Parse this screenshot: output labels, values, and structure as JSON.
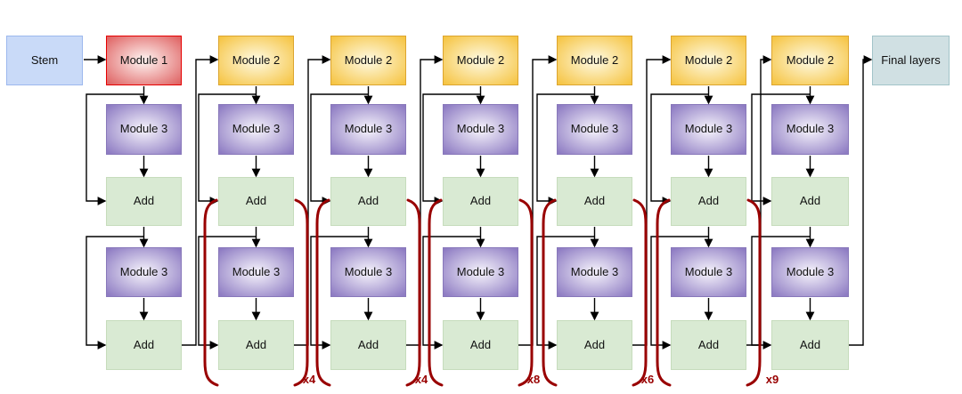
{
  "diagram": {
    "background": "#ffffff",
    "arrow_color": "#000000",
    "repeat_marker_color": "#990000",
    "types": {
      "stem": {
        "label": "Stem",
        "gradient": false,
        "fill": "#c9daf8",
        "border": "#9cb8ee"
      },
      "module1": {
        "label": "Module 1",
        "gradient": true,
        "center": "#fbe7e5",
        "edge": "#e06666",
        "border": "#e60000"
      },
      "module2": {
        "label": "Module 2",
        "gradient": true,
        "center": "#fdf5d4",
        "edge": "#f6c545",
        "border": "#dca52f"
      },
      "module3": {
        "label": "Module 3",
        "gradient": true,
        "center": "#ece8f6",
        "edge": "#8e7cc3",
        "border": "#8878ba"
      },
      "add": {
        "label": "Add",
        "gradient": false,
        "fill": "#d9ead3",
        "border": "#c6dcbc"
      },
      "final": {
        "label": "Final layers",
        "gradient": false,
        "fill": "#d0e0e3",
        "border": "#a2c4c9"
      }
    },
    "columns": [
      {
        "blocks": [
          "stem"
        ]
      },
      {
        "blocks": [
          "module1",
          "module3",
          "add",
          "module3",
          "add"
        ]
      },
      {
        "blocks": [
          "module2",
          "module3",
          "add",
          "module3",
          "add"
        ],
        "repeat": "x4"
      },
      {
        "blocks": [
          "module2",
          "module3",
          "add",
          "module3",
          "add"
        ],
        "repeat": "x4"
      },
      {
        "blocks": [
          "module2",
          "module3",
          "add",
          "module3",
          "add"
        ],
        "repeat": "x8"
      },
      {
        "blocks": [
          "module2",
          "module3",
          "add",
          "module3",
          "add"
        ],
        "repeat": "x6"
      },
      {
        "blocks": [
          "module2",
          "module3",
          "add",
          "module3",
          "add"
        ],
        "repeat": "x9"
      },
      {
        "blocks": [
          "module2",
          "module3",
          "add",
          "module3",
          "add"
        ]
      },
      {
        "blocks": [
          "final"
        ]
      }
    ]
  }
}
